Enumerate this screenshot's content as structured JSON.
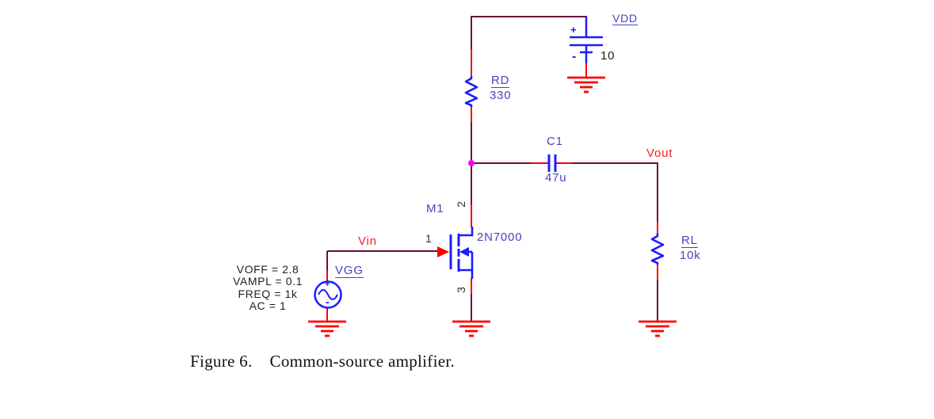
{
  "figure": {
    "caption_label": "Figure 6.",
    "caption_title": "Common-source amplifier."
  },
  "nets": {
    "vin": "Vin",
    "vout": "Vout"
  },
  "components": {
    "vdd": {
      "ref": "VDD",
      "value": "10",
      "plus": "+",
      "minus": "-"
    },
    "rd": {
      "ref": "RD",
      "value": "330"
    },
    "c1": {
      "ref": "C1",
      "value": "47u"
    },
    "rl": {
      "ref": "RL",
      "value": "10k"
    },
    "m1": {
      "ref": "M1",
      "part": "2N7000",
      "pin_gate": "1",
      "pin_drain": "2",
      "pin_source": "3"
    },
    "vgg": {
      "ref": "VGG",
      "plus": "+",
      "minus": "-",
      "params": [
        "VOFF = 2.8",
        "VAMPL = 0.1",
        "FREQ = 1k",
        "AC = 1"
      ]
    }
  },
  "colors": {
    "wire_maroon": "#6B0D3A",
    "pin_stub_red": "#FF0000",
    "symbol_blue": "#1C1CFF",
    "ref_label_blue": "#4646BE",
    "net_label_red": "#FF1A1A",
    "junction_magenta": "#FF00FF",
    "text_black": "#1f1f1f",
    "background": "#FFFFFF"
  }
}
